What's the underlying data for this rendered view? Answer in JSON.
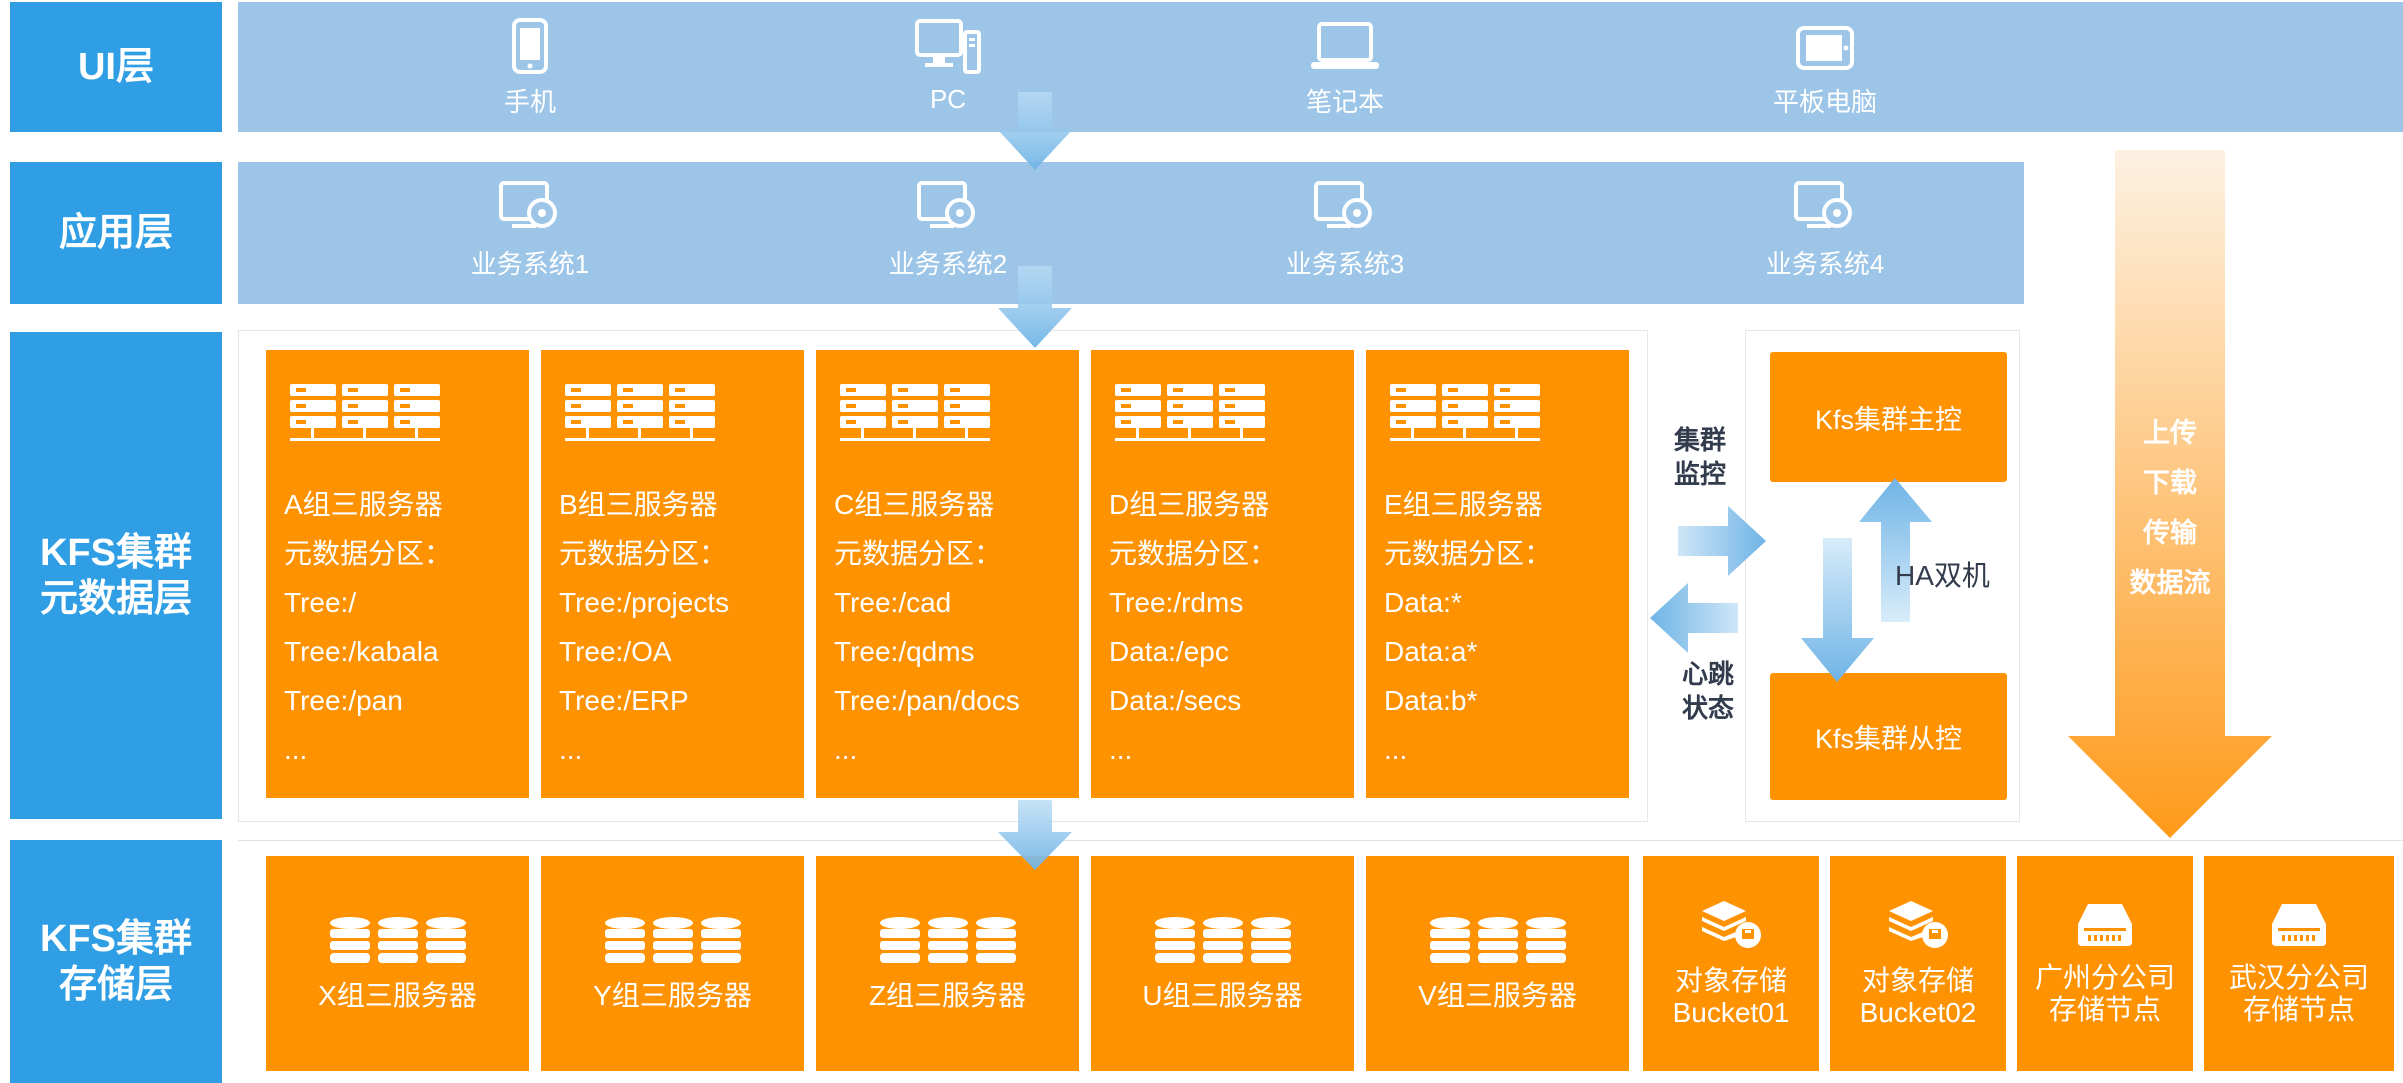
{
  "layers": {
    "ui": "UI层",
    "app": "应用层",
    "meta": "KFS集群\n元数据层",
    "storage": "KFS集群\n存储层"
  },
  "devices": [
    {
      "icon": "phone-icon",
      "label": "手机"
    },
    {
      "icon": "desktop-pc-icon",
      "label": "PC"
    },
    {
      "icon": "laptop-icon",
      "label": "笔记本"
    },
    {
      "icon": "tablet-icon",
      "label": "平板电脑"
    }
  ],
  "apps": [
    {
      "icon": "system-settings-icon",
      "label": "业务系统1"
    },
    {
      "icon": "system-settings-icon",
      "label": "业务系统2"
    },
    {
      "icon": "system-settings-icon",
      "label": "业务系统3"
    },
    {
      "icon": "system-settings-icon",
      "label": "业务系统4"
    }
  ],
  "meta_servers": [
    {
      "title": "A组三服务器",
      "subtitle": "元数据分区：",
      "lines": [
        "Tree:/",
        "Tree:/kabala",
        "Tree:/pan",
        "..."
      ]
    },
    {
      "title": "B组三服务器",
      "subtitle": "元数据分区：",
      "lines": [
        "Tree:/projects",
        "Tree:/OA",
        "Tree:/ERP",
        "..."
      ]
    },
    {
      "title": "C组三服务器",
      "subtitle": "元数据分区：",
      "lines": [
        "Tree:/cad",
        "Tree:/qdms",
        "Tree:/pan/docs",
        "..."
      ]
    },
    {
      "title": "D组三服务器",
      "subtitle": "元数据分区：",
      "lines": [
        "Tree:/rdms",
        "Data:/epc",
        "Data:/secs",
        "..."
      ]
    },
    {
      "title": "E组三服务器",
      "subtitle": "元数据分区：",
      "lines": [
        "Data:*",
        "Data:a*",
        "Data:b*",
        "..."
      ]
    }
  ],
  "cluster": {
    "monitor_label": "集群\n监控",
    "heartbeat_label": "心跳\n状态",
    "master": "Kfs集群主控",
    "slave": "Kfs集群从控",
    "ha_label": "HA双机"
  },
  "dataflow": {
    "label": "上传\n下载\n传输\n数据流",
    "color_top": "#fdf1e2",
    "color_bottom": "#ff9a1a"
  },
  "storage_nodes": [
    {
      "icon": "database-stack-icon",
      "label": "X组三服务器"
    },
    {
      "icon": "database-stack-icon",
      "label": "Y组三服务器"
    },
    {
      "icon": "database-stack-icon",
      "label": "Z组三服务器"
    },
    {
      "icon": "database-stack-icon",
      "label": "U组三服务器"
    },
    {
      "icon": "database-stack-icon",
      "label": "V组三服务器"
    },
    {
      "icon": "object-storage-icon",
      "label": "对象存储\nBucket01"
    },
    {
      "icon": "object-storage-icon",
      "label": "对象存储\nBucket02"
    },
    {
      "icon": "storage-drive-icon",
      "label": "广州分公司\n存储节点"
    },
    {
      "icon": "storage-drive-icon",
      "label": "武汉分公司\n存储节点"
    }
  ],
  "colors": {
    "layer_label": "#2f9ee4",
    "band": "#9cc5e8",
    "orange": "#ff9200",
    "arrow_blue": "#7fbce8"
  }
}
